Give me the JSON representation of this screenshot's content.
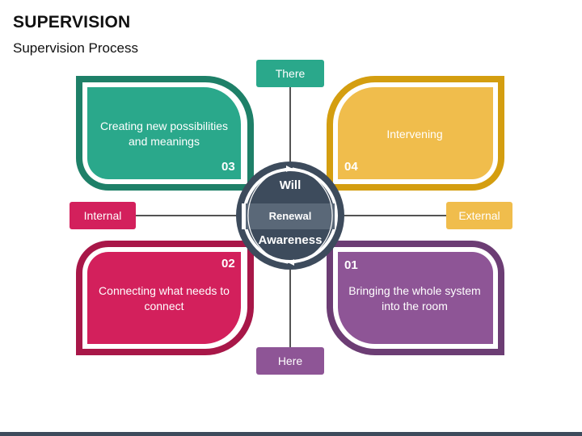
{
  "header": {
    "title": "SUPERVISION",
    "subtitle": "Supervision Process"
  },
  "center": {
    "top_label": "Will",
    "middle_label": "Renewal",
    "bottom_label": "Awareness"
  },
  "tags": {
    "top": "There",
    "bottom": "Here",
    "left": "Internal",
    "right": "External"
  },
  "cards": [
    {
      "number": "03",
      "text": "Creating new possibilities and meanings",
      "color": "#2aa88b"
    },
    {
      "number": "04",
      "text": "Intervening",
      "color": "#f0bd4c"
    },
    {
      "number": "02",
      "text": "Connecting what needs to connect",
      "color": "#d3205c"
    },
    {
      "number": "01",
      "text": "Bringing the whole system into the room",
      "color": "#8e5596"
    }
  ],
  "colors": {
    "teal": "#2aa88b",
    "teal_dark": "#1e8068",
    "yellow": "#f0bd4c",
    "yellow_dark": "#d49e10",
    "red": "#d3205c",
    "red_dark": "#a81748",
    "purple": "#8e5596",
    "purple_dark": "#6c3d74",
    "center": "#3d4b5c"
  }
}
